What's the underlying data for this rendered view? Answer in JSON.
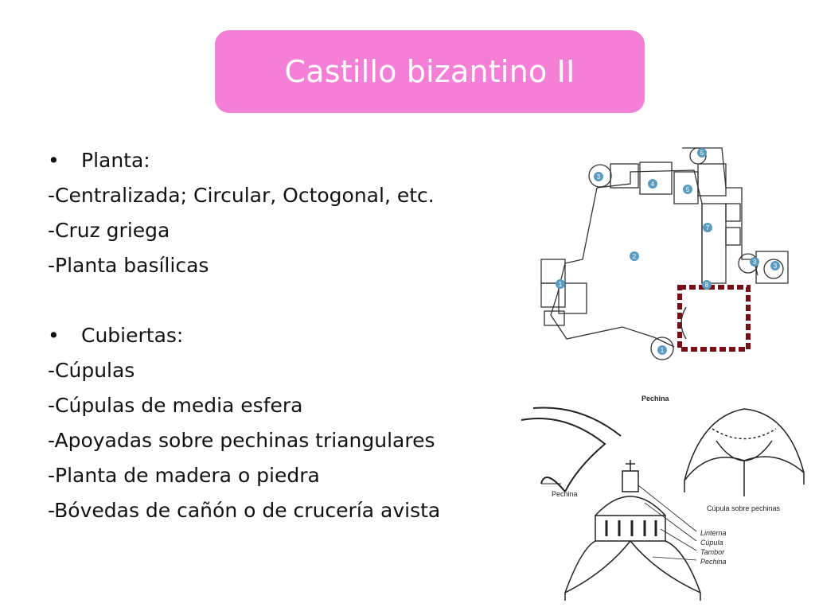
{
  "slide": {
    "title": "Castillo bizantino II",
    "bullets": [
      {
        "heading": "Planta:",
        "items": [
          "-Centralizada; Circular, Octogonal, etc.",
          "-Cruz griega",
          "-Planta basílicas"
        ]
      },
      {
        "heading": "Cubiertas:",
        "items": [
          "-Cúpulas",
          "-Cúpulas de media esfera",
          "-Apoyadas sobre pechinas triangulares",
          "-Planta de madera o piedra",
          "-Bóvedas de cañón o de crucería avista"
        ]
      }
    ],
    "bullet_symbol": "•"
  },
  "plan_figure": {
    "room_numbers": [
      "5",
      "3",
      "4",
      "5",
      "7",
      "2",
      "3",
      "3",
      "8",
      "1",
      "1"
    ]
  },
  "dome_figures": {
    "pechina_top_label": "Pechina",
    "pechina_left_label": "Pechina",
    "cupula_label": "Cúpula sobre pechinas",
    "parts": [
      "Linterna",
      "Cúpula",
      "Tambor",
      "Pechina"
    ]
  },
  "colors": {
    "title_bg": "#f47fd6",
    "title_text": "#ffffff",
    "plan_markers": "#5b9bbf",
    "highlight_room": "#7a0d14"
  }
}
